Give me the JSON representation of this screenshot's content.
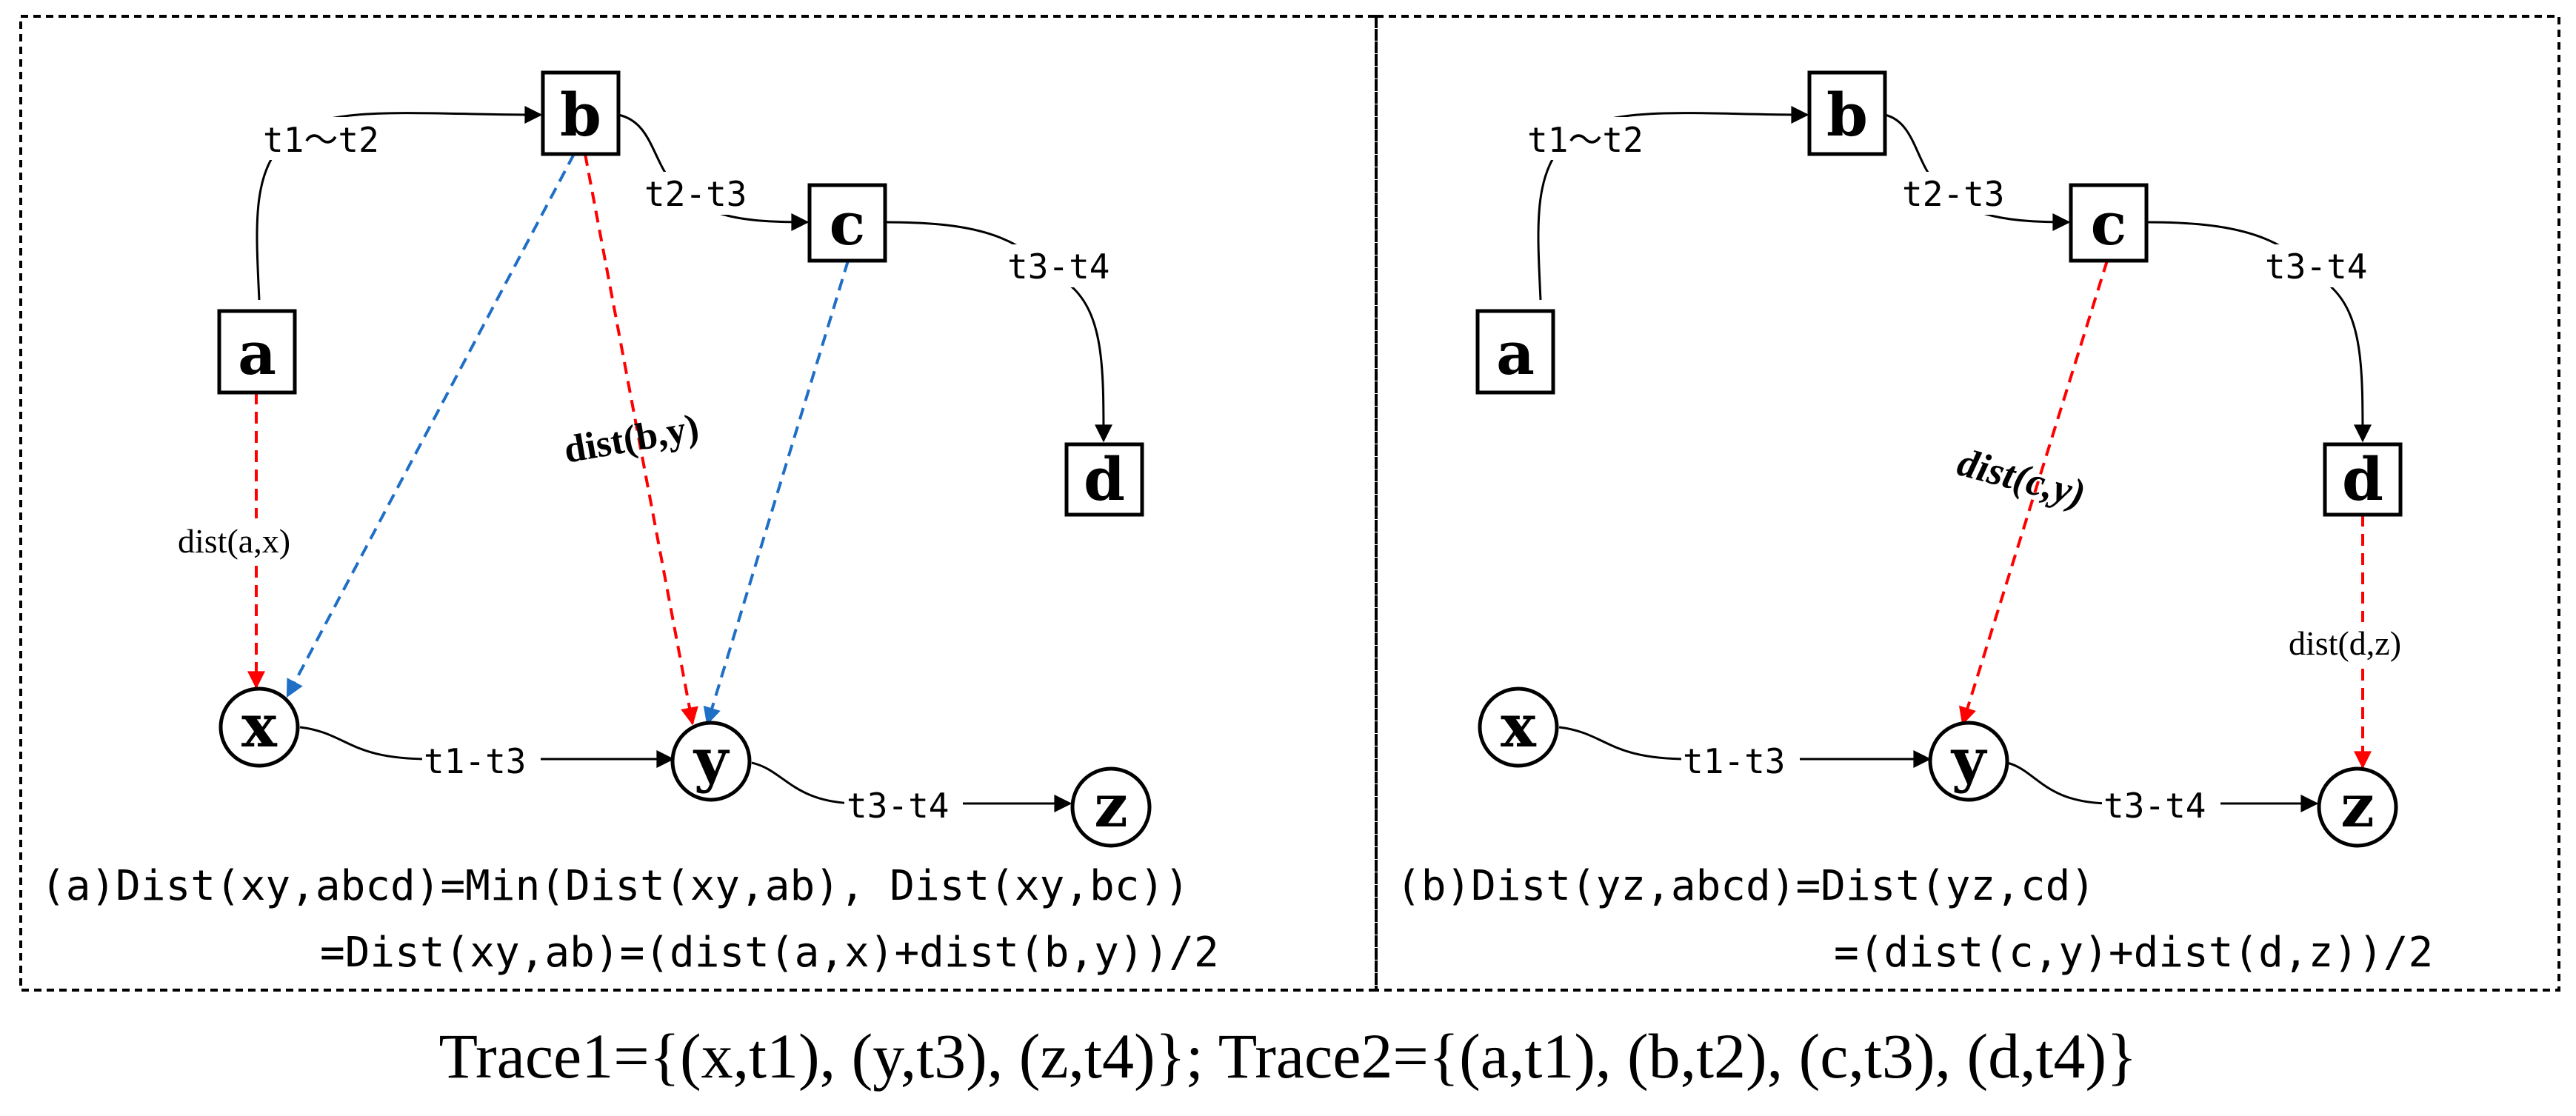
{
  "panel_a": {
    "nodes": {
      "a": "a",
      "b": "b",
      "c": "c",
      "d": "d",
      "x": "x",
      "y": "y",
      "z": "z"
    },
    "edge_labels": {
      "ab": "t1～t2",
      "bc": "t2-t3",
      "cd": "t3-t4",
      "xy": "t1-t3",
      "yz": "t3-t4"
    },
    "dist_labels": {
      "ax": "dist(a,x)",
      "by": "dist(b,y)"
    },
    "formula_line1": "(a)Dist(xy,abcd)=Min(Dist(xy,ab), Dist(xy,bc))",
    "formula_line2": "=Dist(xy,ab)=(dist(a,x)+dist(b,y))/2"
  },
  "panel_b": {
    "nodes": {
      "a": "a",
      "b": "b",
      "c": "c",
      "d": "d",
      "x": "x",
      "y": "y",
      "z": "z"
    },
    "edge_labels": {
      "ab": "t1～t2",
      "bc": "t2-t3",
      "cd": "t3-t4",
      "xy": "t1-t3",
      "yz": "t3-t4"
    },
    "dist_labels": {
      "cy": "dist(c,y)",
      "dz": "dist(d,z)"
    },
    "formula_line1": "(b)Dist(yz,abcd)=Dist(yz,cd)",
    "formula_line2": "=(dist(c,y)+dist(d,z))/2"
  },
  "caption": "Trace1={(x,t1), (y,t3), (z,t4)}; Trace2={(a,t1), (b,t2), (c,t3), (d,t4)}",
  "colors": {
    "red": "#ff0000",
    "blue": "#1f6fc6",
    "black": "#000000"
  }
}
